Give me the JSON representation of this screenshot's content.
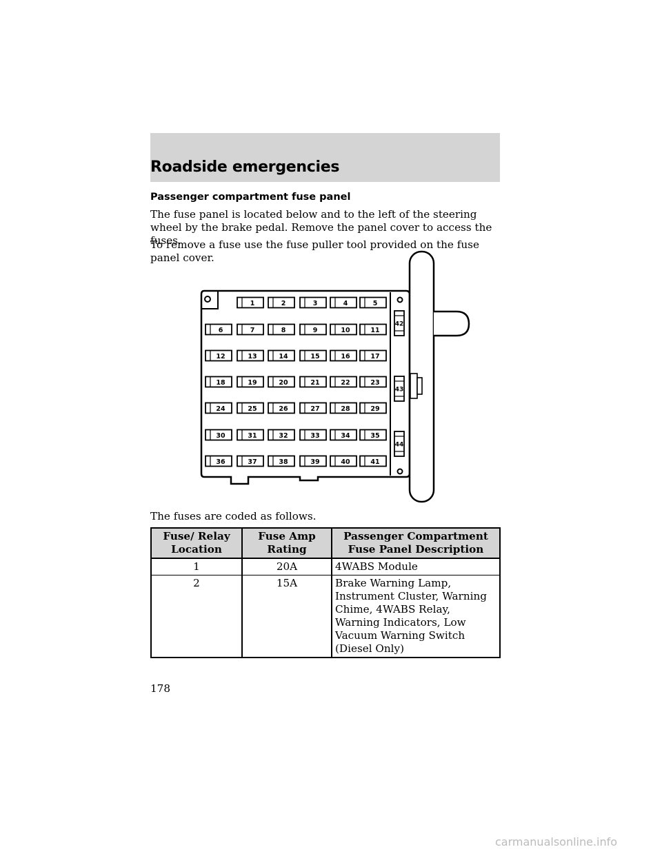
{
  "section_header": "Roadside emergencies",
  "subheading": "Passenger compartment fuse panel",
  "paragraphs": [
    "The fuse panel is located below and to the left of the steering wheel by the brake pedal. Remove the panel cover to access the fuses.",
    "To remove a fuse use the fuse puller tool provided on the fuse panel cover.",
    "The fuses are coded as follows."
  ],
  "fuse_grid": [
    [
      "",
      "1",
      "2",
      "3",
      "4",
      "5"
    ],
    [
      "6",
      "7",
      "8",
      "9",
      "10",
      "11"
    ],
    [
      "12",
      "13",
      "14",
      "15",
      "16",
      "17"
    ],
    [
      "18",
      "19",
      "20",
      "21",
      "22",
      "23"
    ],
    [
      "24",
      "25",
      "26",
      "27",
      "28",
      "29"
    ],
    [
      "30",
      "31",
      "32",
      "33",
      "34",
      "35"
    ],
    [
      "36",
      "37",
      "38",
      "39",
      "40",
      "41"
    ]
  ],
  "side_fuses": [
    "42",
    "43",
    "44"
  ],
  "table": {
    "headers": [
      "Fuse/ Relay Location",
      "Fuse Amp Rating",
      "Passenger Compartment Fuse Panel Description"
    ],
    "rows": [
      [
        "1",
        "20A",
        "4WABS Module"
      ],
      [
        "2",
        "15A",
        "Brake Warning Lamp, Instrument Cluster, Warning Chime, 4WABS Relay, Warning Indicators, Low Vacuum Warning Switch (Diesel Only)"
      ]
    ]
  },
  "page_number": "178",
  "watermark": "carmanualsonline.info"
}
